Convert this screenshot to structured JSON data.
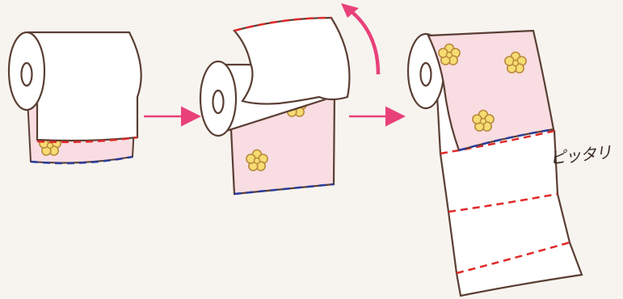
{
  "caption": "ピッタリ",
  "colors": {
    "outline": "#5a3e34",
    "paper": "#ffffff",
    "pink_sheet": "#f8dde2",
    "flower_fill": "#f6dc72",
    "flower_stroke": "#b9893c",
    "red_dash": "#e02a2a",
    "blue_dash": "#2a3d9c",
    "arrow_pink": "#e8417a",
    "background": "#f7f4f0"
  },
  "steps": [
    {
      "id": "step-1-roll",
      "icon": "toilet-roll-icon"
    },
    {
      "id": "step-2-folded",
      "icon": "toilet-roll-folded-icon"
    },
    {
      "id": "step-3-result",
      "icon": "toilet-roll-result-icon"
    }
  ]
}
